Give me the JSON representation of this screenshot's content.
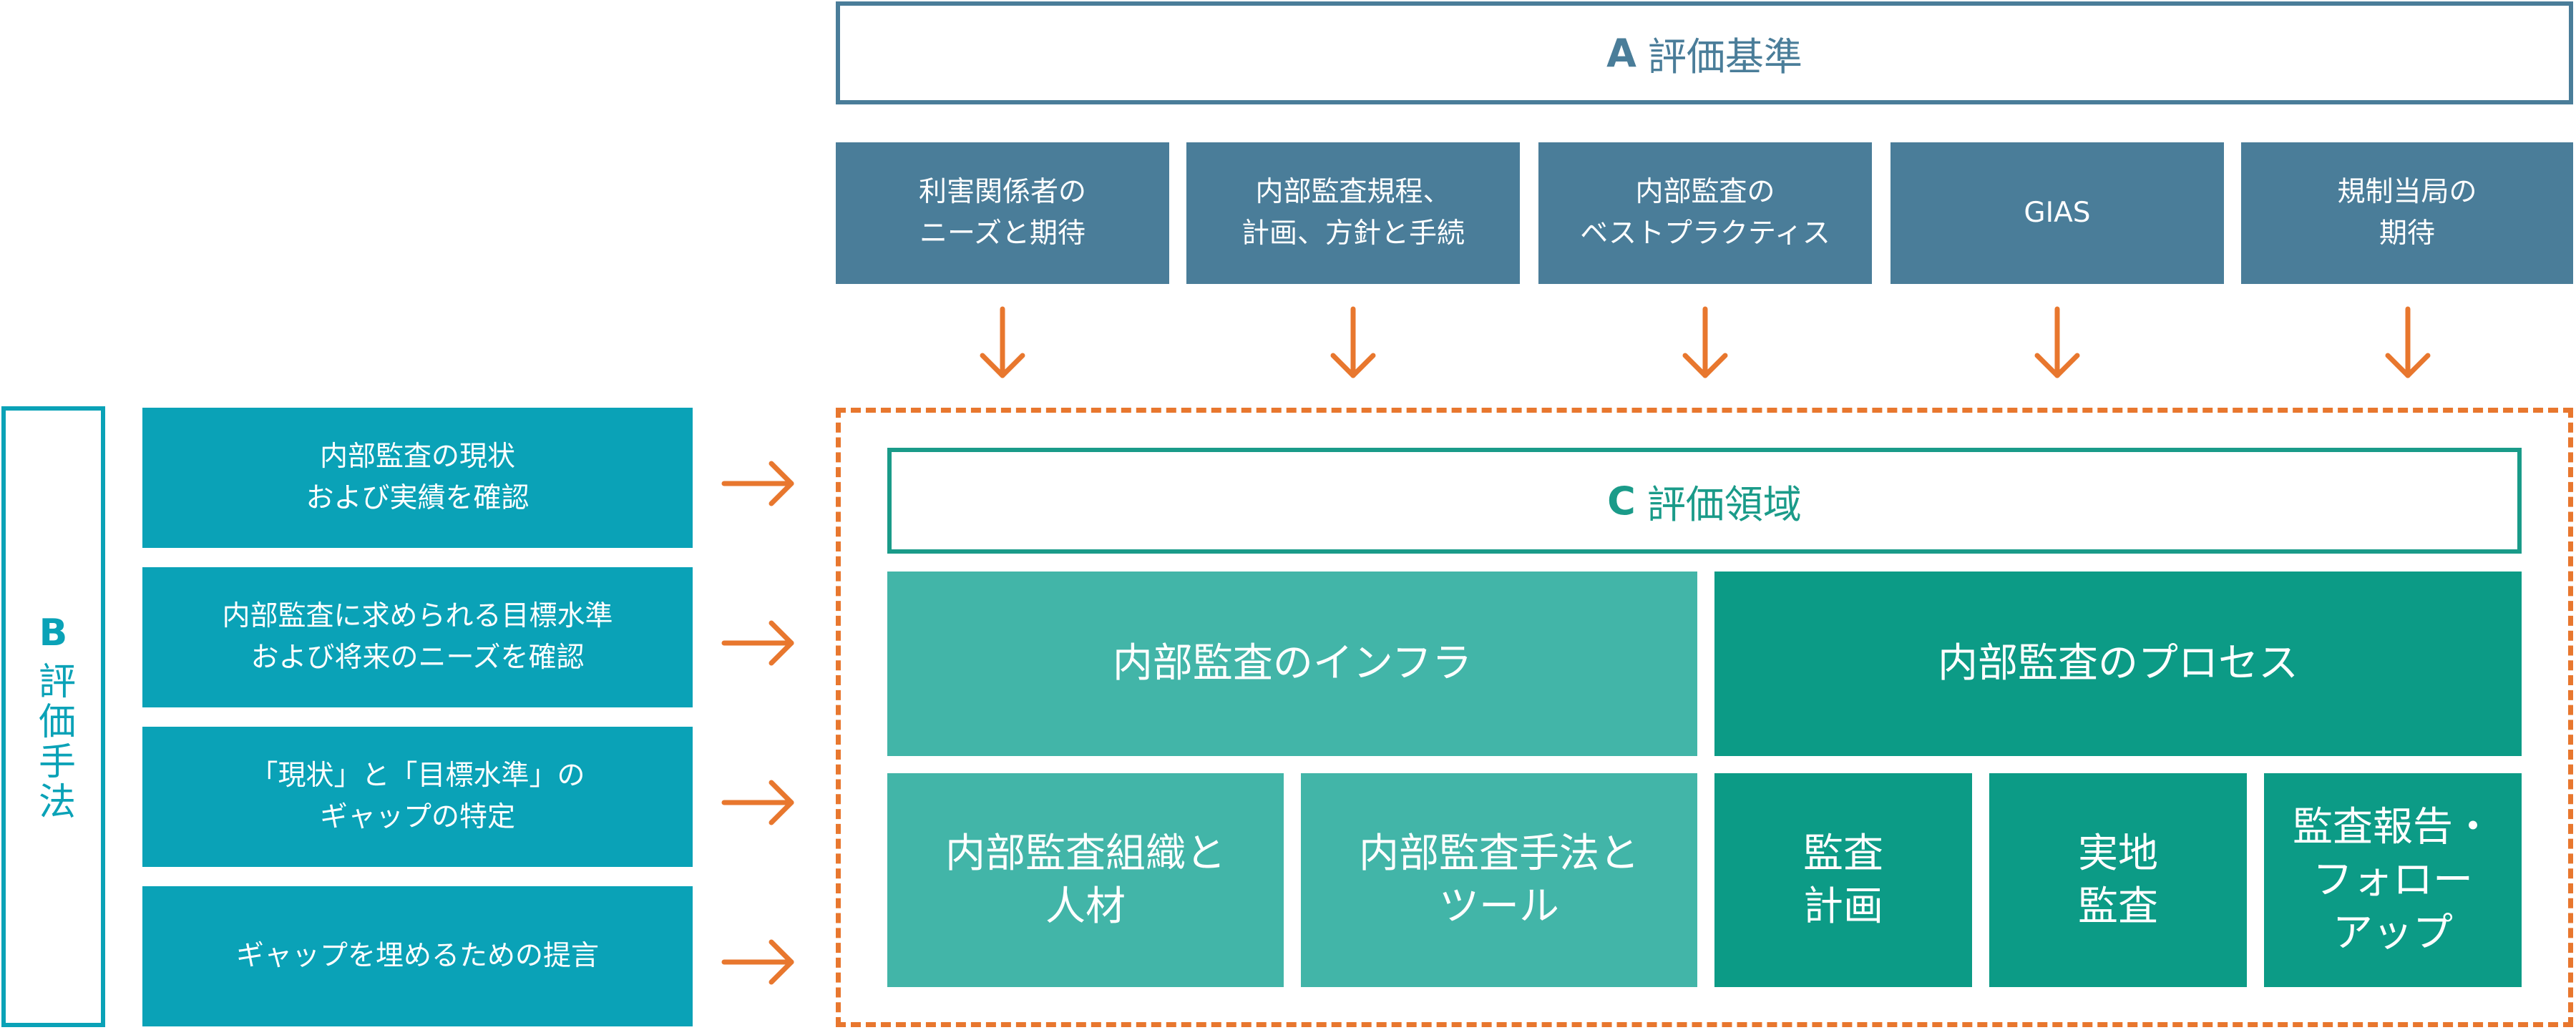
{
  "section_a": {
    "letter": "A",
    "title": "評価基準",
    "criteria": [
      "利害関係者の\nニーズと期待",
      "内部監査規程、\n計画、方針と手続",
      "内部監査の\nベストプラクティス",
      "GIAS",
      "規制当局の\n期待"
    ]
  },
  "section_b": {
    "letter": "B",
    "title": "評価手法",
    "steps": [
      "内部監査の現状\nおよび実績を確認",
      "内部監査に求められる目標水準\nおよび将来のニーズを確認",
      "「現状」と「目標水準」の\nギャップの特定",
      "ギャップを埋めるための提言"
    ]
  },
  "section_c": {
    "letter": "C",
    "title": "評価領域",
    "infrastructure": {
      "title": "内部監査のインフラ",
      "items": [
        "内部監査組織と\n人材",
        "内部監査手法と\nツール"
      ]
    },
    "process": {
      "title": "内部監査のプロセス",
      "items": [
        "監査\n計画",
        "実地\n監査",
        "監査報告・\nフォロー\nアップ"
      ]
    }
  },
  "colors": {
    "a_blue": "#4a7d99",
    "b_teal": "#0aa2b7",
    "c_light_green": "#42b5a8",
    "c_dark_green": "#0c9b86",
    "arrow_orange": "#e8772e"
  },
  "icons": {
    "arrow": "arrow-icon"
  }
}
